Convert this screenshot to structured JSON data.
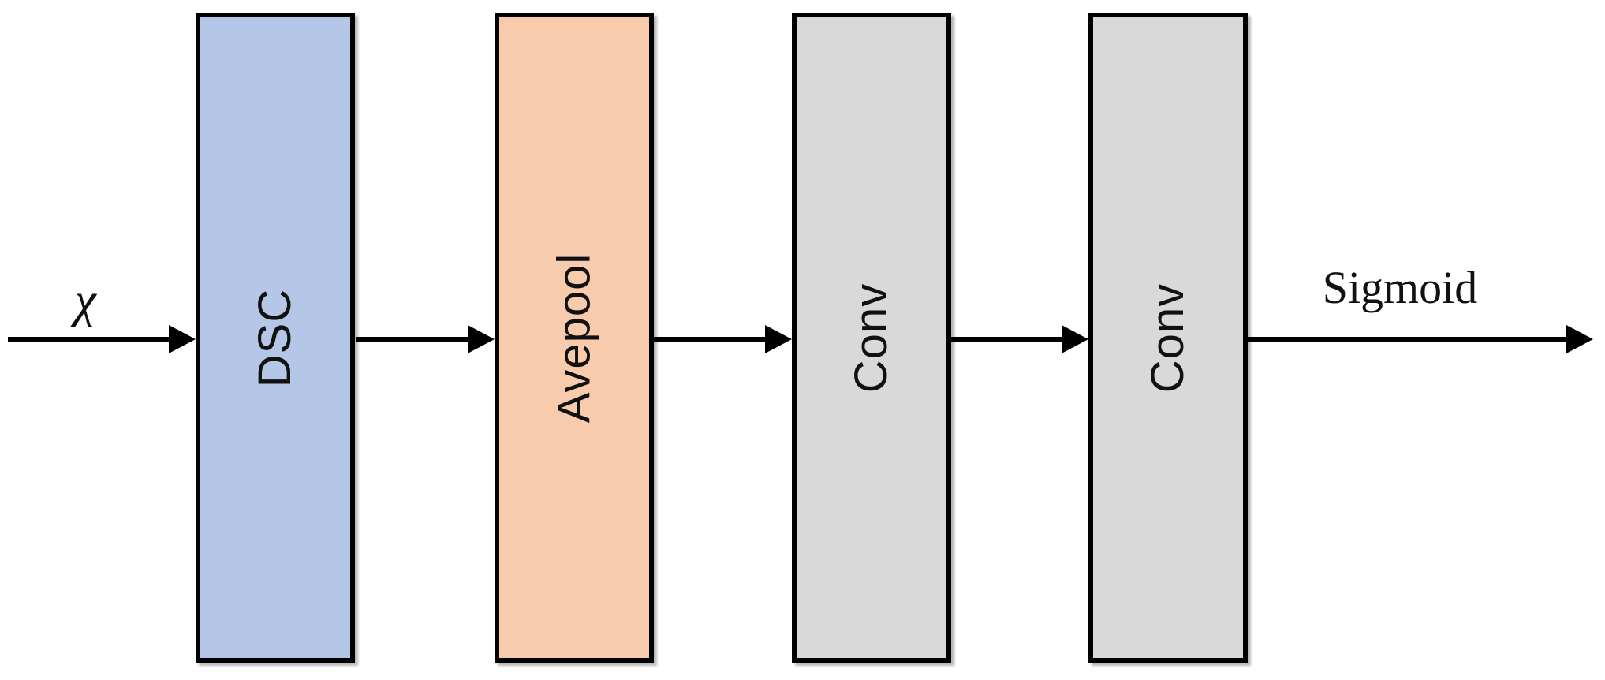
{
  "diagram": {
    "kind": "flow-block-diagram",
    "background_color": "#ffffff",
    "line_color": "#000000",
    "input_label": "χ",
    "output_label": "Sigmoid",
    "blocks": [
      {
        "label": "DSC",
        "fill": "#b4c7e7"
      },
      {
        "label": "Avepool",
        "fill": "#f8cbad"
      },
      {
        "label": "Conv",
        "fill": "#d9d9d9"
      },
      {
        "label": "Conv",
        "fill": "#d9d9d9"
      }
    ]
  }
}
